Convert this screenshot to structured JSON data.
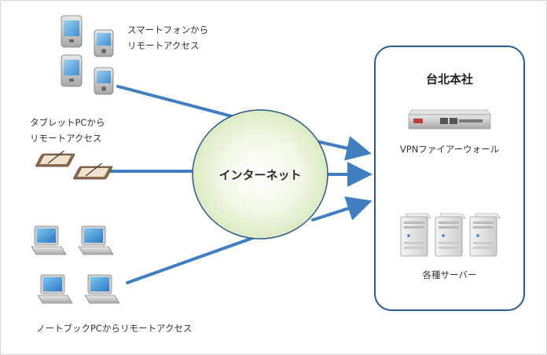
{
  "clients": {
    "smartphone_label_line1": "スマートフォンから",
    "smartphone_label_line2": "リモートアクセス",
    "tablet_label_line1": "タブレットPCから",
    "tablet_label_line2": "リモートアクセス",
    "notebook_label": "ノートブックPCからリモートアクセス"
  },
  "network": {
    "internet_label": "インターネット"
  },
  "headquarters": {
    "title": "台北本社",
    "firewall_label": "VPNファイアーウォール",
    "servers_label": "各種サーバー"
  },
  "colors": {
    "arrow": "#3f7fc0",
    "cloud_fill": "#e9f3d6",
    "cloud_stroke": "#2c5a8f",
    "box_stroke": "#2c5a8f"
  }
}
